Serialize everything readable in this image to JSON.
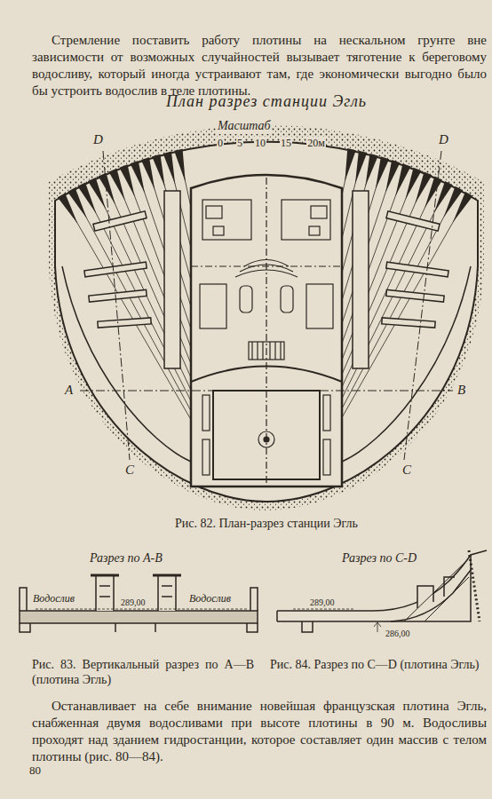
{
  "diagram": {
    "title": "План разрез станции Эгль",
    "caption": "Рис. 82. План-разрез станции Эгль",
    "labels": [
      "Стремление поставить работу плотины на нескальном грунте вне зависимости от возможных случайностей вызывает тяготение к береговому водосливу, который иногда устраивают там, где экономически выгодно было бы устроить водослив в теле плотины.",
      "Масштаб",
      "0",
      "5",
      "10",
      "15",
      "20м",
      "D",
      "D",
      "A",
      "B",
      "C",
      "C",
      "Разрез по А-В",
      "Водослив",
      "Водослив",
      "289,00",
      "Разрез по С-D",
      "289,00",
      "286,00",
      "Рис. 83. Вертикальный разрез по А—В (плотина Эгль)",
      "Рис. 84. Разрез по С—D (плотина Эгль)",
      "Останавливает на себе внимание новейшая французская плотина Эгль, снабженная двумя водосливами при высоте плотины в 90 м. Водосливы проходят над зданием гидростанции, которое составляет один массив с телом плотины (рис. 80—84).",
      "80"
    ]
  }
}
